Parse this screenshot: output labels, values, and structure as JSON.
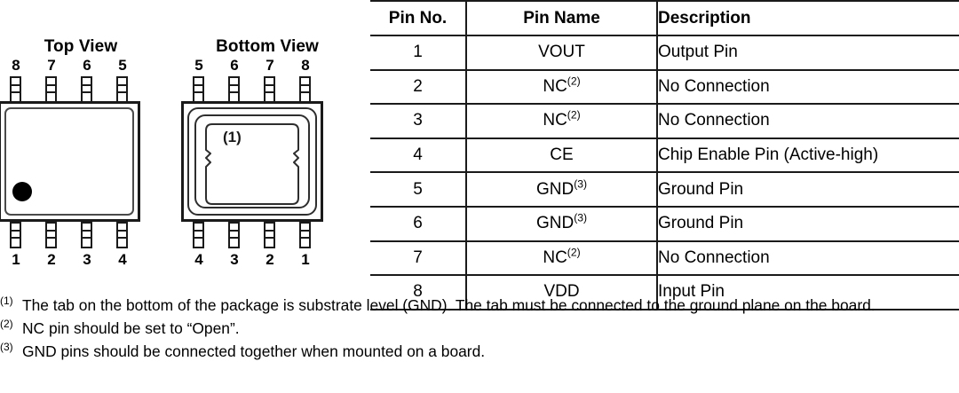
{
  "figures": {
    "top_view": {
      "title": "Top View",
      "top_pins": [
        "8",
        "7",
        "6",
        "5"
      ],
      "bottom_pins": [
        "1",
        "2",
        "3",
        "4"
      ],
      "pin1_marker": "pin1-dot"
    },
    "bottom_view": {
      "title": "Bottom View",
      "top_pins": [
        "5",
        "6",
        "7",
        "8"
      ],
      "bottom_pins": [
        "4",
        "3",
        "2",
        "1"
      ],
      "tab_label": "(1)"
    }
  },
  "table": {
    "headers": {
      "pin_no": "Pin No.",
      "pin_name": "Pin Name",
      "description": "Description"
    },
    "rows": [
      {
        "no": "1",
        "name": "VOUT",
        "note": "",
        "desc": "Output Pin"
      },
      {
        "no": "2",
        "name": "NC",
        "note": "(2)",
        "desc": "No Connection"
      },
      {
        "no": "3",
        "name": "NC",
        "note": "(2)",
        "desc": "No Connection"
      },
      {
        "no": "4",
        "name": "CE",
        "note": "",
        "desc": "Chip Enable Pin (Active-high)"
      },
      {
        "no": "5",
        "name": "GND",
        "note": "(3)",
        "desc": "Ground Pin"
      },
      {
        "no": "6",
        "name": "GND",
        "note": "(3)",
        "desc": "Ground Pin"
      },
      {
        "no": "7",
        "name": "NC",
        "note": "(2)",
        "desc": "No Connection"
      },
      {
        "no": "8",
        "name": "VDD",
        "note": "",
        "desc": "Input Pin"
      }
    ]
  },
  "footnotes": [
    {
      "mark": "(1)",
      "text": "The tab on the bottom of the package is substrate level (GND). The tab must be connected to the ground plane on the board."
    },
    {
      "mark": "(2)",
      "text": "NC pin should be set to “Open”."
    },
    {
      "mark": "(3)",
      "text": "GND pins should be connected together when mounted on a board."
    }
  ],
  "colors": {
    "ink": "#1a1a1a",
    "paper": "#ffffff"
  }
}
